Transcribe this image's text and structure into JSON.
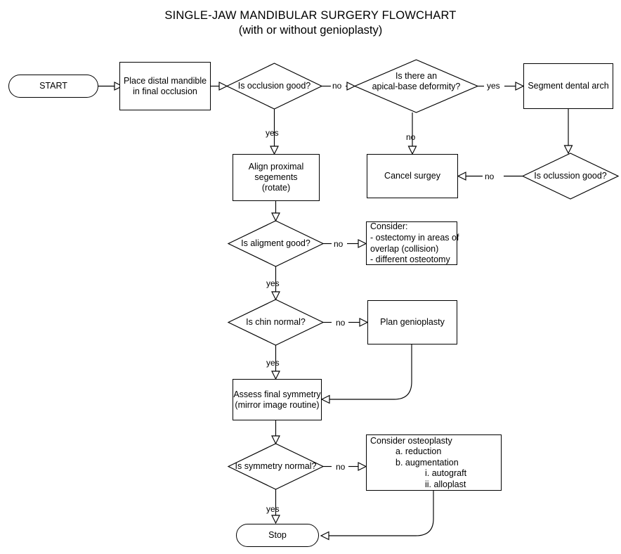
{
  "title": {
    "main": "SINGLE-JAW MANDIBULAR SURGERY FLOWCHART",
    "sub": "(with or without genioplasty)"
  },
  "nodes": {
    "start": "START",
    "place_distal": "Place distal mandible\nin final occlusion",
    "q_occlusion": "Is occlusion good?",
    "q_apical": "Is there an\napical-base deformity?",
    "segment_arch": "Segment dental  arch",
    "q_occlusion2": "Is oclussion good?",
    "cancel_surgery": "Cancel surgey",
    "align_proximal": "Align proximal\nsegements\n(rotate)",
    "q_alignment": "Is  aligment good?",
    "consider_box": {
      "l1": "Consider:",
      "l2": "- ostectomy in areas of",
      "l3": "overlap (collision)",
      "l4": "- different osteotomy"
    },
    "q_chin": "Is chin normal?",
    "plan_genioplasty": "Plan genioplasty",
    "assess_symmetry": "Assess final symmetry\n(mirror image routine)",
    "q_symmetry": "Is symmetry normal?",
    "osteoplasty_box": {
      "l1": "Consider osteoplasty",
      "l2": "a. reduction",
      "l3": "b. augmentation",
      "l4": "i. autograft",
      "l5": "ii. alloplast"
    },
    "stop": "Stop"
  },
  "edge_labels": {
    "occlusion_no": "no",
    "occlusion_yes": "yes",
    "apical_yes": "yes",
    "apical_no": "no",
    "occlusion2_no": "no",
    "alignment_no": "no",
    "alignment_yes": "yes",
    "chin_no": "no",
    "chin_yes": "yes",
    "symmetry_no": "no",
    "symmetry_yes": "yes"
  },
  "colors": {
    "stroke": "#000000",
    "fill": "#ffffff",
    "text": "#000000"
  }
}
